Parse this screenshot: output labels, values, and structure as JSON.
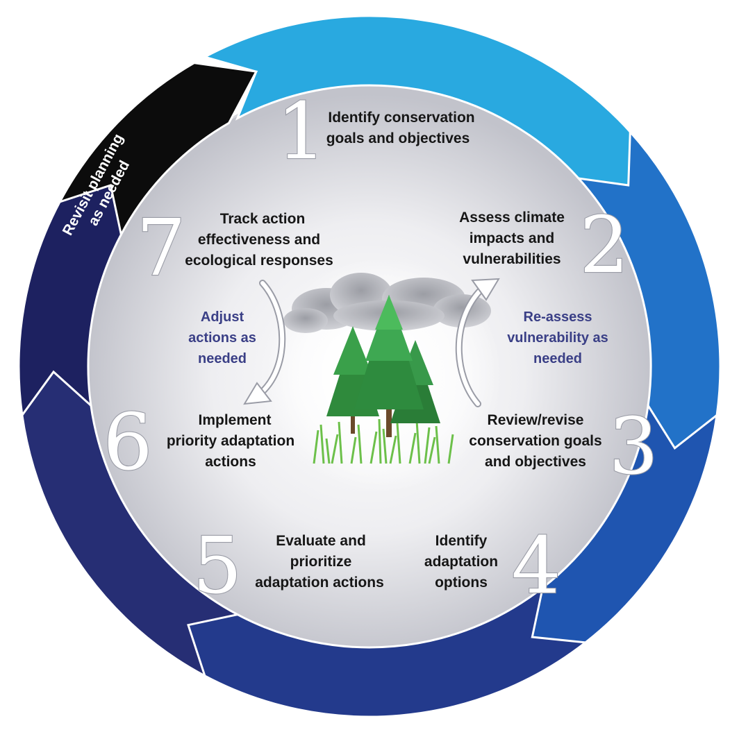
{
  "steps": [
    {
      "number": "1",
      "lines": [
        "Identify conservation",
        "goals and objectives"
      ]
    },
    {
      "number": "2",
      "lines": [
        "Assess climate",
        "impacts and",
        "vulnerabilities"
      ]
    },
    {
      "number": "3",
      "lines": [
        "Review/revise",
        "conservation goals",
        "and objectives"
      ]
    },
    {
      "number": "4",
      "lines": [
        "Identify",
        "adaptation",
        "options"
      ]
    },
    {
      "number": "5",
      "lines": [
        "Evaluate and",
        "prioritize",
        "adaptation actions"
      ]
    },
    {
      "number": "6",
      "lines": [
        "Implement",
        "priority adaptation",
        "actions"
      ]
    },
    {
      "number": "7",
      "lines": [
        "Track action",
        "effectiveness and",
        "ecological responses"
      ]
    }
  ],
  "loops": {
    "reassess": [
      "Re-assess",
      "vulnerability as",
      "needed"
    ],
    "adjust": [
      "Adjust",
      "actions as",
      "needed"
    ]
  },
  "revisit": [
    "Revisit planning",
    "as needed"
  ],
  "colors": {
    "arrow_light_blue": "#29a9e0",
    "arrow_mid_blue": "#2272c8",
    "arrow_royal_blue": "#1f55b0",
    "arrow_navy": "#233a8c",
    "arrow_indigo": "#262e74",
    "arrow_dark_navy": "#1d2160",
    "arrow_black": "#0c0c0c",
    "loop_text": "#3a3f86",
    "tree_green": "#2e8b3e",
    "grass_green": "#6cc04a"
  },
  "icons": [
    "cycle-arrow",
    "curved-arrow",
    "tree-icon",
    "cloud-icon",
    "grass-icon"
  ]
}
